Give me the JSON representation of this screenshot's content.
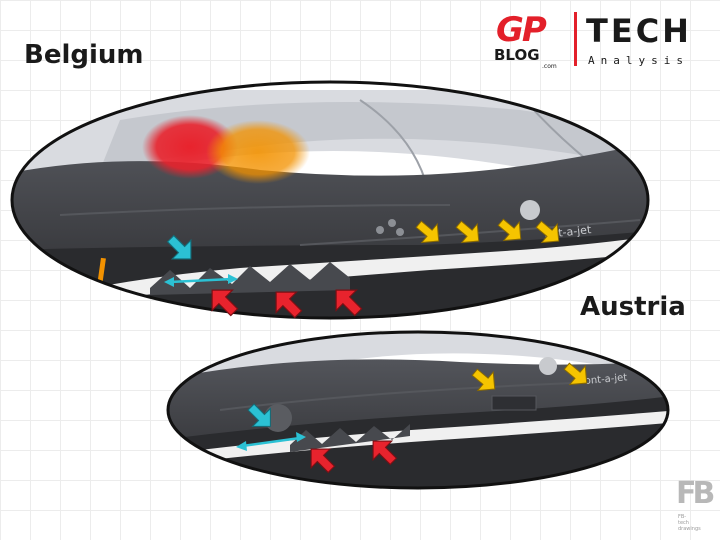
{
  "labels": {
    "top": "Belgium",
    "bottom": "Austria"
  },
  "brand": {
    "gp": "GP",
    "blog": "BLOG",
    "com": ".com",
    "tech": "TECH",
    "analysis": "Analysis"
  },
  "car_text": {
    "sponsor_top": "ont-a-jet",
    "sponsor_bottom": "ont-a-jet"
  },
  "watermark": {
    "initials": "FB",
    "caption": "FB-tech drawings"
  },
  "colors": {
    "body": "#3a3b3f",
    "red_arrow": "#e8232d",
    "yellow_arrow": "#f5c400",
    "cyan_arrow": "#2bc1d4",
    "heat_red": "#e8232d",
    "heat_orange": "#f39200"
  }
}
